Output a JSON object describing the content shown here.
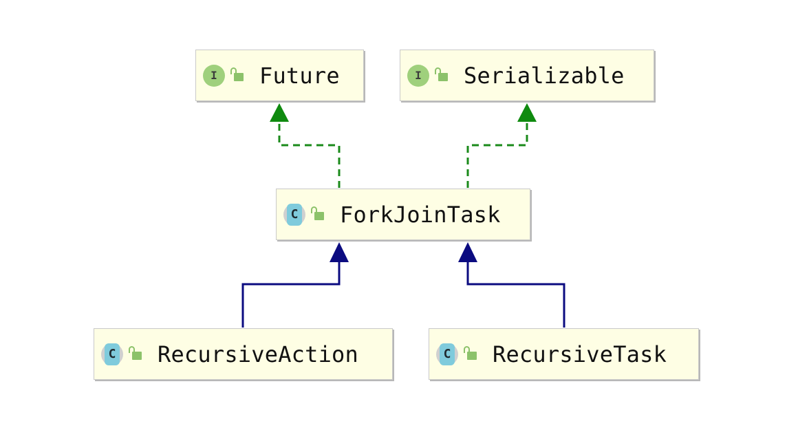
{
  "diagram": {
    "nodes": [
      {
        "id": "future",
        "label": "Future",
        "kind": "interface",
        "badge_letter": "I"
      },
      {
        "id": "serializable",
        "label": "Serializable",
        "kind": "interface",
        "badge_letter": "I"
      },
      {
        "id": "forkjointask",
        "label": "ForkJoinTask",
        "kind": "class",
        "badge_letter": "C"
      },
      {
        "id": "recursiveaction",
        "label": "RecursiveAction",
        "kind": "class",
        "badge_letter": "C"
      },
      {
        "id": "recursivetask",
        "label": "RecursiveTask",
        "kind": "class",
        "badge_letter": "C"
      }
    ],
    "edges": [
      {
        "from": "forkjointask",
        "to": "future",
        "relation": "implements"
      },
      {
        "from": "forkjointask",
        "to": "serializable",
        "relation": "implements"
      },
      {
        "from": "recursiveaction",
        "to": "forkjointask",
        "relation": "extends"
      },
      {
        "from": "recursivetask",
        "to": "forkjointask",
        "relation": "extends"
      }
    ],
    "colors": {
      "node_fill": "#fefee4",
      "implements_edge": "#1a8a1a",
      "extends_edge": "#0b0b80",
      "interface_badge": "#9fd07c",
      "class_badge": "#7fcbdc",
      "lock_icon": "#8cc26a"
    }
  }
}
